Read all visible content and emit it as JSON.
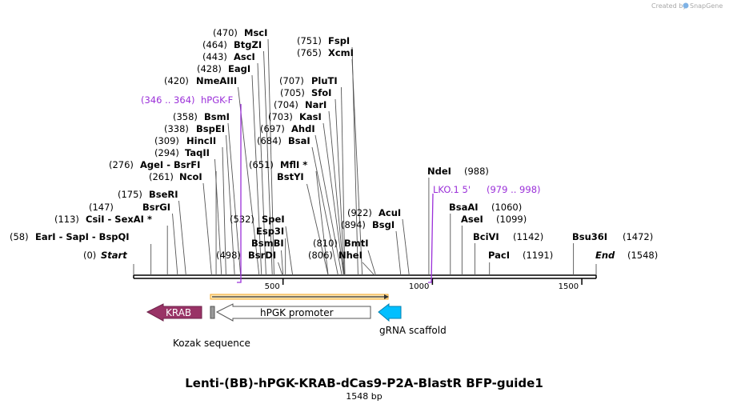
{
  "credit": {
    "prefix": "Created by",
    "brand": "SnapGene"
  },
  "title": "Lenti-(BB)-hPGK-KRAB-dCas9-P2A-BlastR BFP-guide1",
  "subtitle": "1548 bp",
  "sequence_length": 1548,
  "scale_ticks": [
    {
      "value": 500,
      "label": "500"
    },
    {
      "value": 1000,
      "label": "1000"
    },
    {
      "value": 1500,
      "label": "1500"
    }
  ],
  "sites": [
    {
      "label": "(0)",
      "name": "Start",
      "bp": 0,
      "italic": true
    },
    {
      "label": "(58)",
      "name": "EarI  - SapI  - BspQI",
      "bp": 58
    },
    {
      "label": "(113)",
      "name": "CsiI  - SexAI *",
      "bp": 113
    },
    {
      "label": "(147)",
      "name": "BsrGI",
      "bp": 147
    },
    {
      "label": "(175)",
      "name": "BseRI",
      "bp": 175
    },
    {
      "label": "(261)",
      "name": "NcoI",
      "bp": 261
    },
    {
      "label": "(276)",
      "name": "AgeI  - BsrFI",
      "bp": 276
    },
    {
      "label": "(294)",
      "name": "TaqII",
      "bp": 294
    },
    {
      "label": "(309)",
      "name": "HincII",
      "bp": 309
    },
    {
      "label": "(338)",
      "name": "BspEI",
      "bp": 338
    },
    {
      "label": "(358)",
      "name": "BsmI",
      "bp": 358
    },
    {
      "label": "(420)",
      "name": "NmeAIII",
      "bp": 420
    },
    {
      "label": "(428)",
      "name": "EagI",
      "bp": 428
    },
    {
      "label": "(443)",
      "name": "AscI",
      "bp": 443
    },
    {
      "label": "(464)",
      "name": "BtgZI",
      "bp": 464
    },
    {
      "label": "(470)",
      "name": "MscI",
      "bp": 470
    },
    {
      "label": "(498)",
      "name": "BsrDI",
      "bp": 498
    },
    {
      "label": "",
      "name": "BsmBI",
      "bp": 500
    },
    {
      "label": "",
      "name": "Esp3I",
      "bp": 508
    },
    {
      "label": "(532)",
      "name": "SpeI",
      "bp": 532
    },
    {
      "label": "",
      "name": "BstYI",
      "bp": 651
    },
    {
      "label": "(651)",
      "name": "MflI *",
      "bp": 651
    },
    {
      "label": "(684)",
      "name": "BsaI",
      "bp": 684
    },
    {
      "label": "(697)",
      "name": "AhdI",
      "bp": 697
    },
    {
      "label": "(703)",
      "name": "KasI",
      "bp": 703
    },
    {
      "label": "(704)",
      "name": "NarI",
      "bp": 704
    },
    {
      "label": "(705)",
      "name": "SfoI",
      "bp": 705
    },
    {
      "label": "(707)",
      "name": "PluTI",
      "bp": 707
    },
    {
      "label": "(751)",
      "name": "FspI",
      "bp": 751
    },
    {
      "label": "(765)",
      "name": "XcmI",
      "bp": 765
    },
    {
      "label": "(806)",
      "name": "NheI",
      "bp": 806
    },
    {
      "label": "(810)",
      "name": "BmtI",
      "bp": 810
    },
    {
      "label": "(894)",
      "name": "BsgI",
      "bp": 894
    },
    {
      "label": "(922)",
      "name": "AcuI",
      "bp": 922
    },
    {
      "label": "(988)",
      "name": "NdeI",
      "bp": 988
    },
    {
      "label": "(1060)",
      "name": "BsaAI",
      "bp": 1060
    },
    {
      "label": "(1099)",
      "name": "AseI",
      "bp": 1099
    },
    {
      "label": "(1142)",
      "name": "BciVI",
      "bp": 1142
    },
    {
      "label": "(1191)",
      "name": "PacI",
      "bp": 1191
    },
    {
      "label": "(1472)",
      "name": "Bsu36I",
      "bp": 1472
    },
    {
      "label": "(1548)",
      "name": "End",
      "bp": 1548,
      "italic": true
    }
  ],
  "primers": [
    {
      "range": "(346 .. 364)",
      "name": "hPGK-F",
      "start": 346,
      "end": 364,
      "color": "#9b30d9"
    },
    {
      "range": "(979 .. 998)",
      "name": "LKO.1 5'",
      "start": 979,
      "end": 998,
      "color": "#9b30d9"
    }
  ],
  "features": [
    {
      "name": "KRAB",
      "color": "#993366",
      "direction": "left"
    },
    {
      "name": "Kozak sequence",
      "color": "#999999",
      "direction": "none"
    },
    {
      "name": "hPGK promoter",
      "color": "#ffffff",
      "direction": "left"
    },
    {
      "name": "gRNA scaffold",
      "color": "#00bfff",
      "direction": "left"
    }
  ],
  "orf": {
    "color": "#f5a623",
    "direction": "right"
  }
}
